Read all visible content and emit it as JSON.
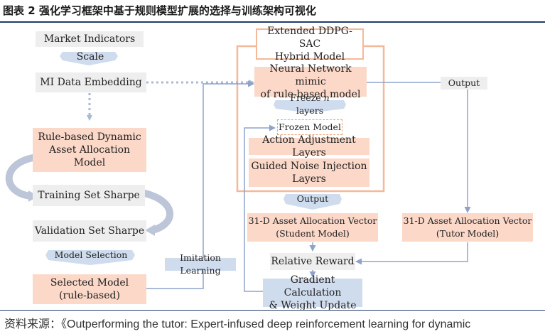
{
  "figure": {
    "title": "图表 2  强化学习框架中基于规则模型扩展的选择与训练架构可视化",
    "source": "资料来源：《Outperforming the tutor: Expert-infused deep reinforcement learning for dynamic"
  },
  "nodes": {
    "market_indicators": "Market Indicators",
    "scale": "Scale",
    "mi_embedding": "MI Data Embedding",
    "rule_model_1": "Rule-based Dynamic",
    "rule_model_2": "Asset Allocation Model",
    "training_sharpe": "Training Set Sharpe",
    "validation_sharpe": "Validation Set Sharpe",
    "model_selection": "Model Selection",
    "selected_1": "Selected Model",
    "selected_2": "(rule-based)",
    "imitation": "Imitation Learning",
    "hybrid_1": "Extended DDPG-SAC",
    "hybrid_2": "Hybrid Model",
    "nn_1": "Neural Network mimic",
    "nn_2": "of rule-based model",
    "freeze_pre": "Freeze ",
    "freeze_n": "n",
    "freeze_post": " layers",
    "frozen": "Frozen Model",
    "action_layers": "Action Adjustment Layers",
    "noise_1": "Guided Noise Injection",
    "noise_2": "Layers",
    "output_right": "Output",
    "output_mid": "Output",
    "student_1": "31-D Asset Allocation Vector",
    "student_2": "(Student Model)",
    "tutor_1": "31-D Asset Allocation Vector",
    "tutor_2": "(Tutor Model)",
    "reward": "Relative Reward",
    "gradient_1": "Gradient Calculation",
    "gradient_2": "& Weight Update"
  },
  "colors": {
    "rule_box": "#fbd8c8",
    "neutral_box": "#eeeeee",
    "label_box": "#cfdcee",
    "frame": "#f5b898",
    "arrow": "#8fa3c8",
    "heading_rule": "#1f3b6e"
  }
}
